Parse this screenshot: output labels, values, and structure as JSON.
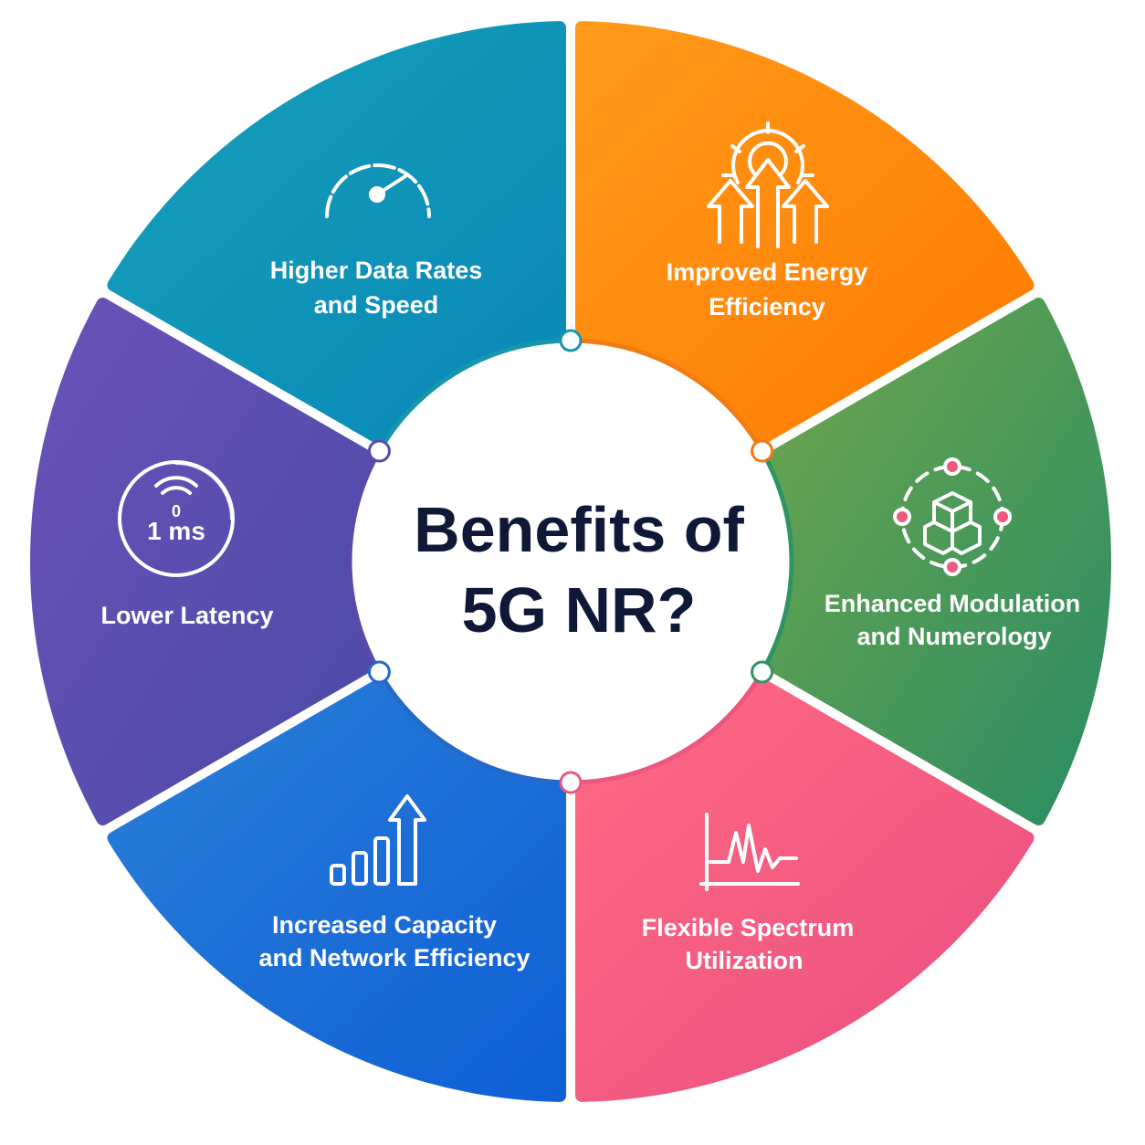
{
  "title": {
    "line1": "Benefits of",
    "line2": "5G NR?"
  },
  "segments": [
    {
      "id": "higher-data-rates",
      "lines": [
        "Higher Data Rates",
        "and Speed"
      ],
      "icon": "speedometer-icon",
      "color_start": "#ff9a1a",
      "color_end": "#ff7a00",
      "ring_color": "#f07c14"
    },
    {
      "id": "improved-energy-efficiency",
      "lines": [
        "Improved Energy",
        "Efficiency"
      ],
      "icon": "gear-arrows-icon",
      "color_start": "#6ea64f",
      "color_end": "#2a8c62",
      "ring_color": "#2f9463"
    },
    {
      "id": "enhanced-modulation",
      "lines": [
        "Enhanced Modulation",
        "and Numerology"
      ],
      "icon": "cubes-cycle-icon",
      "color_start": "#ff6a82",
      "color_end": "#e94e80",
      "ring_color": "#ec5680"
    },
    {
      "id": "flexible-spectrum",
      "lines": [
        "Flexible Spectrum",
        "Utilization"
      ],
      "icon": "spectrum-wave-icon",
      "color_start": "#2a7fd6",
      "color_end": "#0f5fd6",
      "ring_color": "#2468c8"
    },
    {
      "id": "increased-capacity",
      "lines": [
        "Increased Capacity",
        "and Network Efficiency"
      ],
      "icon": "bar-growth-icon",
      "color_start": "#6a52b8",
      "color_end": "#4b4aa6",
      "ring_color": "#5a4aaa"
    },
    {
      "id": "lower-latency",
      "lines": [
        "Lower Latency"
      ],
      "icon": "latency-clock-icon",
      "icon_text_top": "0",
      "icon_text_main": "1 ms",
      "color_start": "#17a0b8",
      "color_end": "#0888b8",
      "ring_color": "#1896ac"
    }
  ]
}
